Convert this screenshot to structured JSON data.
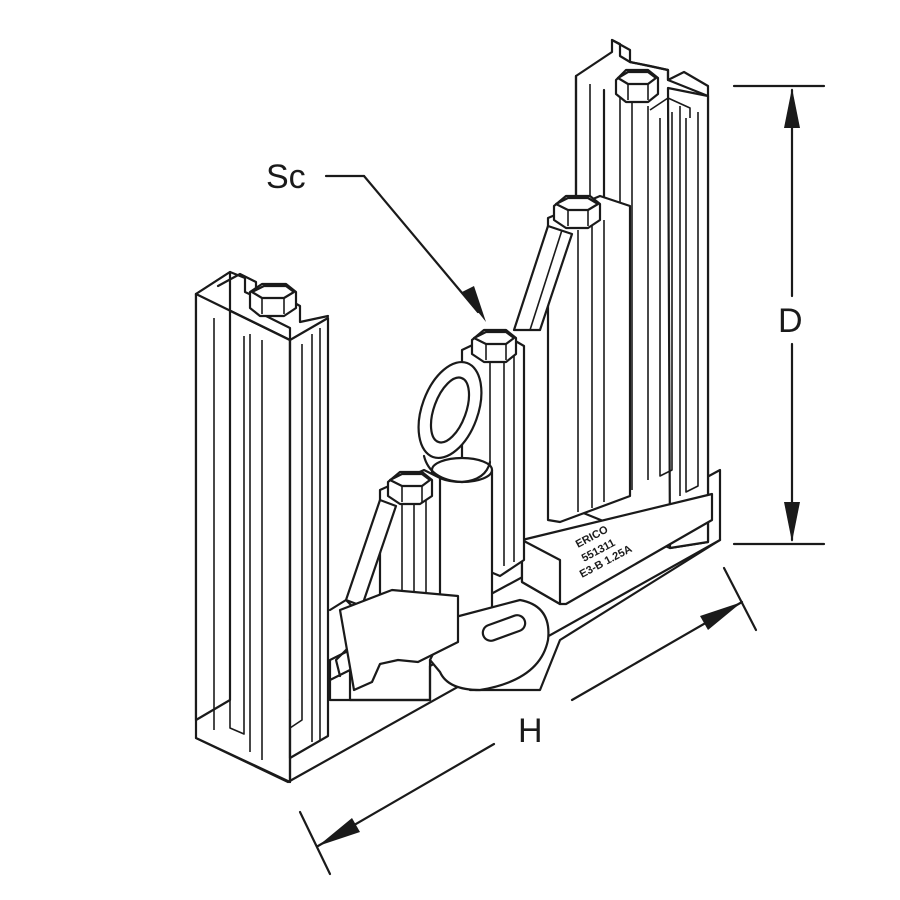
{
  "labels": {
    "sc": "Sc",
    "d": "D",
    "h": "H"
  },
  "stamp": {
    "brand": "ERICO",
    "part": "551311",
    "rating": "E3-B 1.25A"
  }
}
